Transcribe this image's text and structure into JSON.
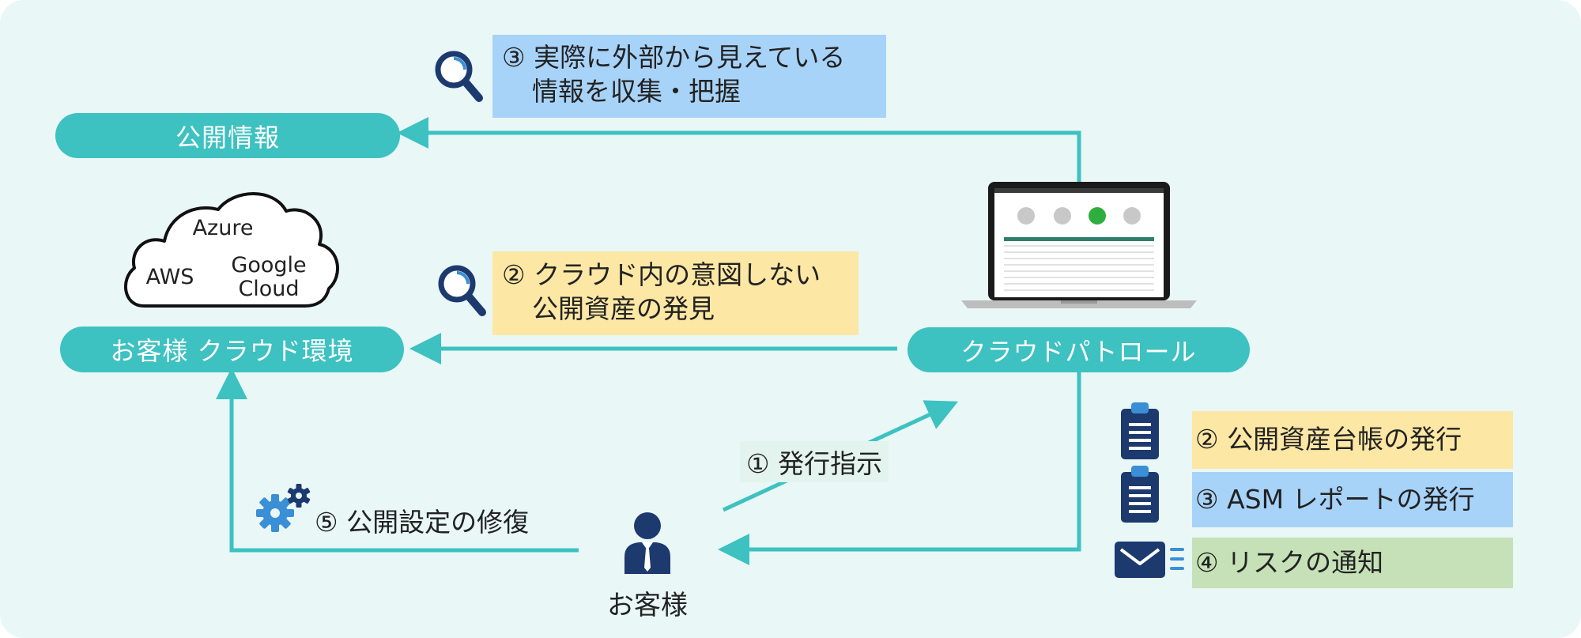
{
  "nodes": {
    "public_info": "公開情報",
    "customer_cloud": "お客様 クラウド環境",
    "cloud_patrol": "クラウドパトロール",
    "customer": "お客様"
  },
  "cloud": {
    "azure": "Azure",
    "aws": "AWS",
    "google_cloud_line1": "Google",
    "google_cloud_line2": "Cloud"
  },
  "notes": {
    "collect": {
      "line1": "③ 実際に外部から見えている",
      "line2": "情報を収集・把握"
    },
    "discover": {
      "line1": "② クラウド内の意図しない",
      "line2": "公開資産の発見"
    }
  },
  "labels": {
    "issue": "① 発行指示",
    "repair": "⑤ 公開設定の修復"
  },
  "outputs": [
    {
      "text": "② 公開資産台帳の発行",
      "icon": "clipboard-icon"
    },
    {
      "text": "③ ASM レポートの発行",
      "icon": "clipboard-icon"
    },
    {
      "text": "④ リスクの通知",
      "icon": "mail-icon"
    }
  ],
  "colors": {
    "background": "#e9f7f7",
    "teal": "#3dc1c1",
    "navy": "#1d3a6e",
    "yellow": "#fce7a4",
    "blue": "#a8d3f9",
    "green": "#c6e1b7",
    "gear_blue": "#3a8fd6"
  }
}
